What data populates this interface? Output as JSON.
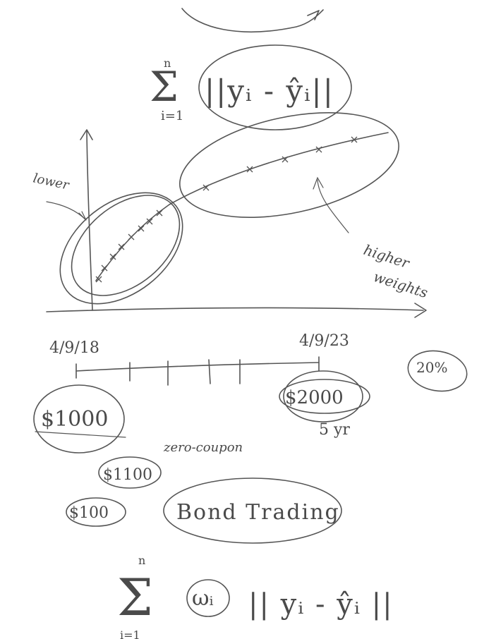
{
  "formula_top": {
    "sum_sign": "Σ",
    "upper": "n",
    "lower": "i=1",
    "body": "||yᵢ - ŷᵢ||"
  },
  "graph": {
    "left_label": "lower",
    "right_label_line1": "higher",
    "right_label_line2": "weights",
    "start_date": "4/9/18",
    "end_date": "4/9/23"
  },
  "bond": {
    "principal": "$1000",
    "face_value": "$2000",
    "term": "5 yr",
    "type": "zero-coupon",
    "side_note": "20%",
    "price_a": "$1100",
    "price_b": "$100",
    "title": "Bond Trading"
  },
  "formula_bottom": {
    "sum_sign": "Σ",
    "upper": "n",
    "lower": "i=1",
    "weight": "ωᵢ",
    "body": "|| yᵢ - ŷᵢ ||"
  }
}
